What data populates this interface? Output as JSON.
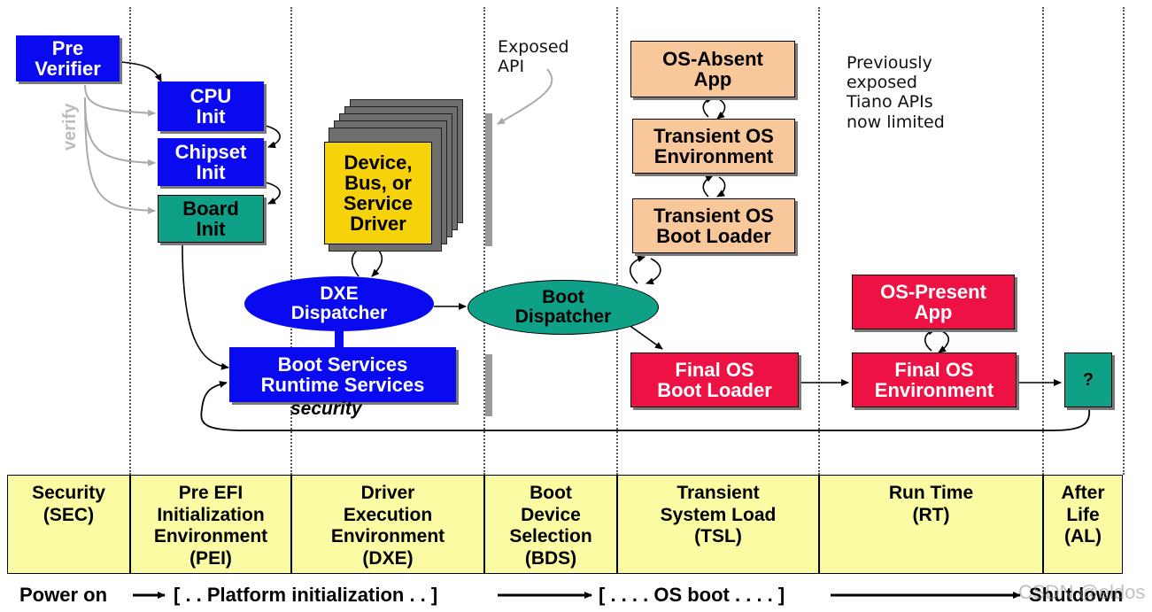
{
  "diagram": {
    "boxes": {
      "pre_verifier": "Pre\nVerifier",
      "cpu_init": "CPU\nInit",
      "chipset_init": "Chipset\nInit",
      "board_init": "Board\nInit",
      "driver": "Device,\nBus, or\nService\nDriver",
      "dxe_dispatcher": "DXE\nDispatcher",
      "boot_services": "Boot Services\nRuntime Services",
      "boot_dispatcher": "Boot\nDispatcher",
      "os_absent_app": "OS-Absent\nApp",
      "transient_os_env": "Transient OS\nEnvironment",
      "transient_os_loader": "Transient OS\nBoot Loader",
      "final_os_loader": "Final OS\nBoot Loader",
      "os_present_app": "OS-Present\nApp",
      "final_os_env": "Final OS\nEnvironment",
      "after_life_box": "?"
    },
    "labels": {
      "verify": "verify",
      "security": "security",
      "exposed_api": "Exposed\nAPI",
      "previously": "Previously\nexposed\nTiano APIs\nnow limited"
    },
    "phases": [
      "Security\n(SEC)",
      "Pre EFI\nInitialization\nEnvironment\n(PEI)",
      "Driver\nExecution\nEnvironment\n(DXE)",
      "Boot\nDevice\nSelection\n(BDS)",
      "Transient\nSystem Load\n(TSL)",
      "Run Time\n(RT)",
      "After\nLife\n(AL)"
    ],
    "timeline": {
      "power_on": "Power on",
      "platform_init": "[ . . Platform initialization . . ]",
      "os_boot": "[ . . . . OS boot . . . . ]",
      "shutdown": "Shutdown"
    },
    "watermark": "CSDN @eldos",
    "colors": {
      "blue": "#0a0af0",
      "green": "#0fa088",
      "peach": "#f9c89a",
      "red": "#ee1144",
      "yellow": "#f6d20a",
      "phase_bg": "#fbfba4"
    }
  }
}
